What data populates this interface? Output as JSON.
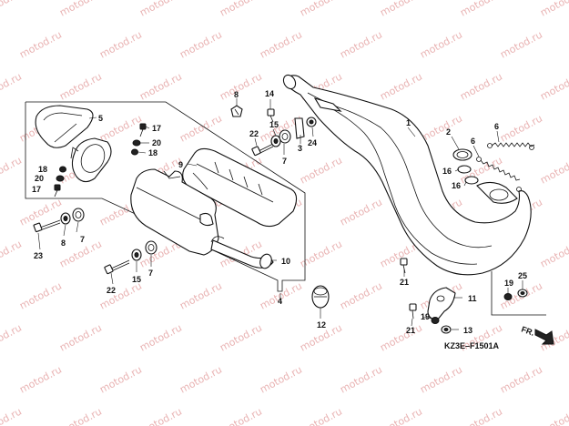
{
  "watermark": "motod.ru",
  "diagram_code": "KZ3E–F1501A",
  "direction_label": "FR.",
  "callouts": [
    {
      "id": "c1",
      "label": "1"
    },
    {
      "id": "c2",
      "label": "2"
    },
    {
      "id": "c3",
      "label": "3"
    },
    {
      "id": "c4",
      "label": "4"
    },
    {
      "id": "c5",
      "label": "5"
    },
    {
      "id": "c6a",
      "label": "6"
    },
    {
      "id": "c6b",
      "label": "6"
    },
    {
      "id": "c7a",
      "label": "7"
    },
    {
      "id": "c7b",
      "label": "7"
    },
    {
      "id": "c7c",
      "label": "7"
    },
    {
      "id": "c8a",
      "label": "8"
    },
    {
      "id": "c8b",
      "label": "8"
    },
    {
      "id": "c9",
      "label": "9"
    },
    {
      "id": "c10",
      "label": "10"
    },
    {
      "id": "c11",
      "label": "11"
    },
    {
      "id": "c12",
      "label": "12"
    },
    {
      "id": "c13",
      "label": "13"
    },
    {
      "id": "c14",
      "label": "14"
    },
    {
      "id": "c15a",
      "label": "15"
    },
    {
      "id": "c15b",
      "label": "15"
    },
    {
      "id": "c16a",
      "label": "16"
    },
    {
      "id": "c16b",
      "label": "16"
    },
    {
      "id": "c17a",
      "label": "17"
    },
    {
      "id": "c17b",
      "label": "17"
    },
    {
      "id": "c18a",
      "label": "18"
    },
    {
      "id": "c18b",
      "label": "18"
    },
    {
      "id": "c19a",
      "label": "19"
    },
    {
      "id": "c19b",
      "label": "19"
    },
    {
      "id": "c20a",
      "label": "20"
    },
    {
      "id": "c20b",
      "label": "20"
    },
    {
      "id": "c21a",
      "label": "21"
    },
    {
      "id": "c21b",
      "label": "21"
    },
    {
      "id": "c22a",
      "label": "22"
    },
    {
      "id": "c22b",
      "label": "22"
    },
    {
      "id": "c23",
      "label": "23"
    },
    {
      "id": "c24",
      "label": "24"
    },
    {
      "id": "c25",
      "label": "25"
    }
  ]
}
